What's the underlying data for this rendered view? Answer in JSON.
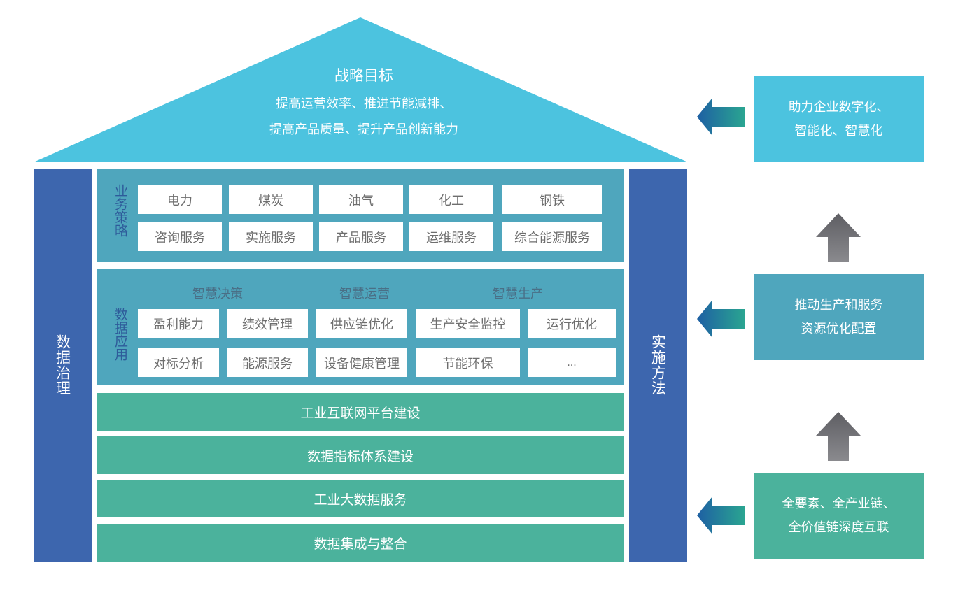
{
  "roof": {
    "title": "战略目标",
    "line1": "提高运营效率、推进节能减排、",
    "line2": "提高产品质量、提升产品创新能力"
  },
  "pillars": {
    "left": "数据治理",
    "right": "实施方法"
  },
  "business_strategy": {
    "label": "业务策略",
    "row1": [
      "电力",
      "煤炭",
      "油气",
      "化工",
      "钢铁"
    ],
    "row2": [
      "咨询服务",
      "实施服务",
      "产品服务",
      "运维服务",
      "综合能源服务"
    ]
  },
  "data_application": {
    "label": "数据应用",
    "headers": [
      "智慧决策",
      "智慧运营",
      "智慧生产"
    ],
    "row1": [
      "盈利能力",
      "绩效管理",
      "供应链优化",
      "生产安全监控",
      "运行优化"
    ],
    "row2": [
      "对标分析",
      "能源服务",
      "设备健康管理",
      "节能环保",
      "..."
    ]
  },
  "foundation": [
    "工业互联网平台建设",
    "数据指标体系建设",
    "工业大数据服务",
    "数据集成与整合"
  ],
  "right_boxes": [
    {
      "line1": "助力企业数字化、",
      "line2": "智能化、智慧化",
      "color": "#4cc3df"
    },
    {
      "line1": "推动生产和服务",
      "line2": "资源优化配置",
      "color": "#4fa6bd"
    },
    {
      "line1": "全要素、全产业链、",
      "line2": "全价值链深度互联",
      "color": "#4bb29c"
    }
  ],
  "colors": {
    "roof": "#4cc3df",
    "pillar": "#3d66ae",
    "section": "#4fa6bd",
    "band": "#4bb29c",
    "arrow_left_start": "#1e5fa3",
    "arrow_left_end": "#2aa591",
    "arrow_up": "#6c6c70"
  },
  "icons": [
    "arrow-left-icon",
    "arrow-up-icon"
  ]
}
